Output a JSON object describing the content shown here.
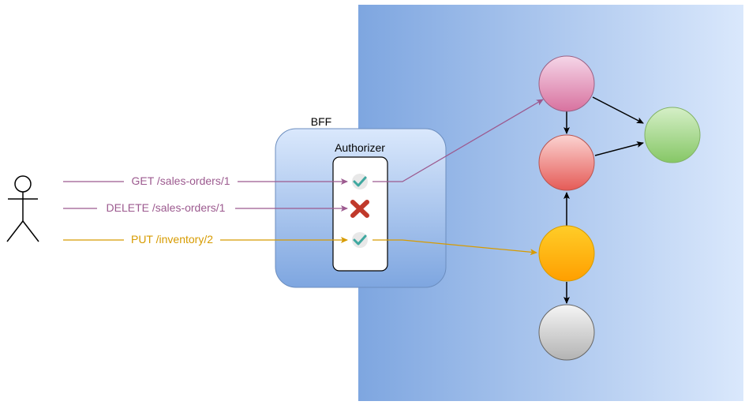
{
  "bff": {
    "title": "BFF",
    "authorizer_label": "Authorizer"
  },
  "requests": [
    {
      "label": "GET /sales-orders/1",
      "color": "#9c5a8f",
      "result": "allowed",
      "icon": "check-icon"
    },
    {
      "label": "DELETE /sales-orders/1",
      "color": "#9c5a8f",
      "result": "denied",
      "icon": "cross-icon"
    },
    {
      "label": "PUT /inventory/2",
      "color": "#d79b00",
      "result": "allowed",
      "icon": "check-icon"
    }
  ],
  "colors": {
    "service_area_left": "#7ea6e0",
    "service_area_right": "#dae8fc",
    "bff_fill_top": "#dae8fc",
    "bff_fill_bottom": "#7ea6e0",
    "check": "#3fa8a0",
    "cross": "#c0392b",
    "node_pink": "#e6a0c4",
    "node_red": "#f19c99",
    "node_green": "#97d077",
    "node_orange": "#ffcd28",
    "node_gray": "#c9c9c9"
  }
}
